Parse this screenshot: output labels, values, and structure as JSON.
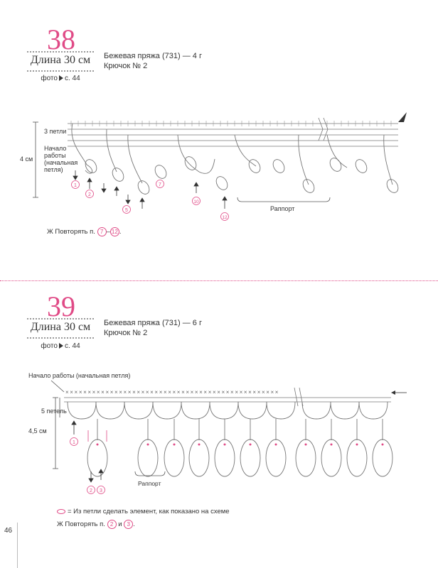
{
  "pattern38": {
    "number": "38",
    "length": "Длина 30 см",
    "photo_label": "фото",
    "photo_page": "с. 44",
    "yarn": "Бежевая пряжа (731) — 4 г",
    "hook": "Крючок № 2",
    "chart": {
      "height_label": "4 см",
      "loops_label": "3 петли",
      "start_label_lines": [
        "Начало",
        "работы",
        "(начальная",
        "петля)"
      ],
      "rapport_label": "Раппорт",
      "step_numbers": [
        "1",
        "2",
        "5",
        "7",
        "10",
        "12"
      ]
    },
    "repeat_note": {
      "prefix": "Ж Повторять п.",
      "from": "7",
      "dash": "–",
      "to": "12",
      "suffix": "."
    }
  },
  "pattern39": {
    "number": "39",
    "length": "Длина 30 см",
    "photo_label": "фото",
    "photo_page": "с. 44",
    "yarn": "Бежевая пряжа (731) — 6 г",
    "hook": "Крючок № 2",
    "chart": {
      "start_label": "Начало работы (начальная петля)",
      "loops_label": "5 петель",
      "height_label": "4,5 см",
      "rapport_label": "Раппорт",
      "step_numbers": [
        "1",
        "2",
        "3"
      ]
    },
    "legend": "= Из петли сделать элемент, как показано на схеме",
    "repeat_note": {
      "prefix": "Ж Повторять п.",
      "a": "2",
      "and": "и",
      "b": "3",
      "suffix": "."
    }
  },
  "page_number": "46",
  "colors": {
    "accent": "#e04a86",
    "text": "#333333",
    "chart_line": "#555555"
  }
}
